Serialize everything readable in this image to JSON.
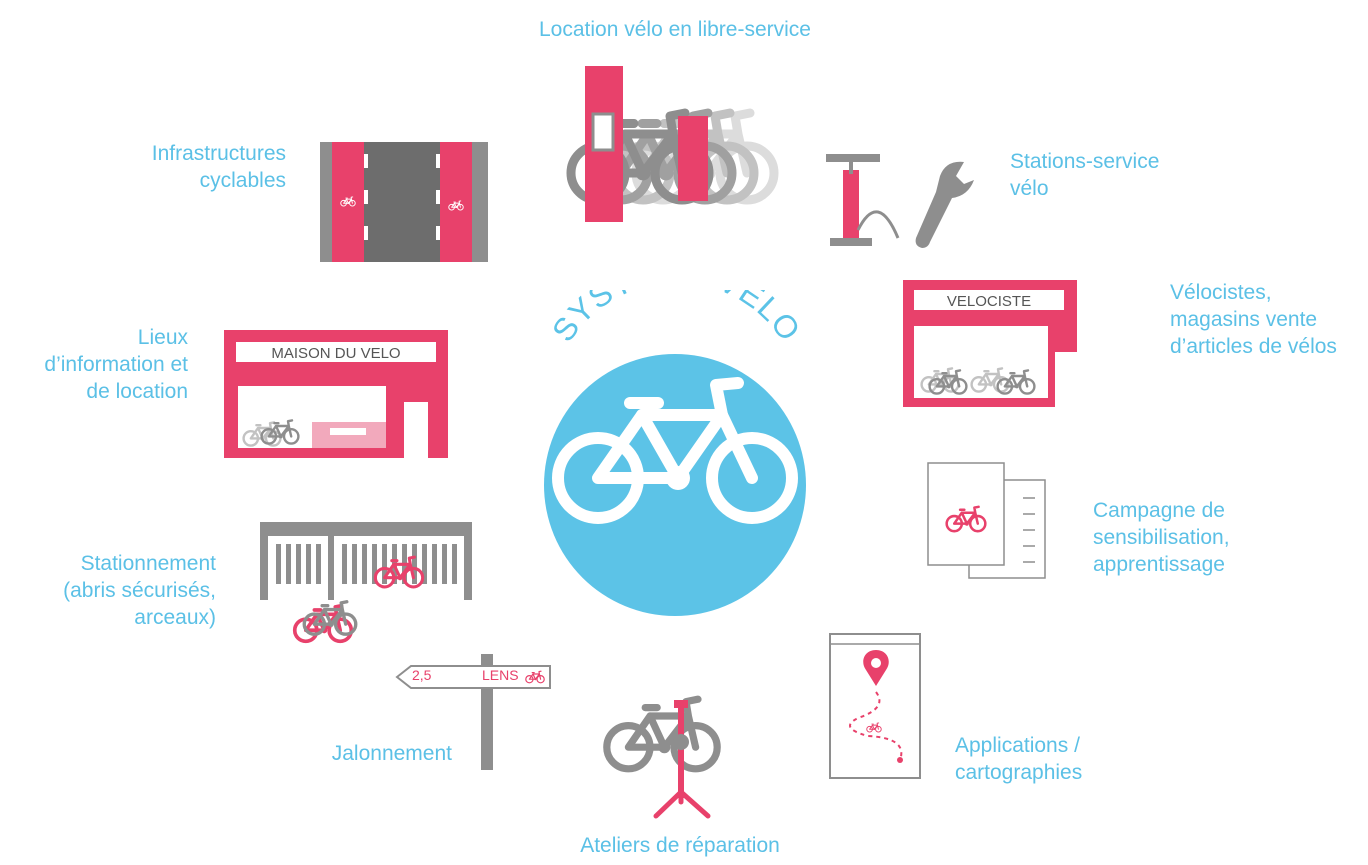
{
  "center": {
    "title": "SYSTEME VELO",
    "color_circle": "#5cc3e7",
    "icon": "bicycle-icon"
  },
  "colors": {
    "accent_pink": "#e8416b",
    "grey": "#8a8a8a",
    "dark_grey": "#6d6d6d",
    "label_blue": "#5bc0e6"
  },
  "items": {
    "location": {
      "lines": [
        "Location vélo en libre-service"
      ],
      "icon": "bike-sharing-icon"
    },
    "stations": {
      "lines": [
        "Stations-service",
        "vélo"
      ],
      "icon": "pump-wrench-icon"
    },
    "velocistes": {
      "lines": [
        "Vélocistes,",
        "magasins vente",
        "d’articles de vélos"
      ],
      "icon": "shop-icon",
      "sign": "VELOCISTE"
    },
    "campagne": {
      "lines": [
        "Campagne de",
        "sensibilisation,",
        "apprentissage"
      ],
      "icon": "documents-icon"
    },
    "applications": {
      "lines": [
        "Applications /",
        "cartographies"
      ],
      "icon": "map-app-icon"
    },
    "ateliers": {
      "lines": [
        "Ateliers de réparation"
      ],
      "icon": "repair-stand-icon"
    },
    "jalonnement": {
      "lines": [
        "Jalonnement"
      ],
      "icon": "signpost-icon",
      "sign_distance": "2,5",
      "sign_destination": "LENS"
    },
    "stationnement": {
      "lines": [
        "Stationnement",
        "(abris sécurisés,",
        "arceaux)"
      ],
      "icon": "bike-shelter-icon"
    },
    "lieux": {
      "lines": [
        "Lieux",
        "d’information et",
        "de location"
      ],
      "icon": "house-icon",
      "sign": "MAISON DU VELO"
    },
    "infrastructures": {
      "lines": [
        "Infrastructures",
        "cyclables"
      ],
      "icon": "bike-lane-icon"
    }
  }
}
